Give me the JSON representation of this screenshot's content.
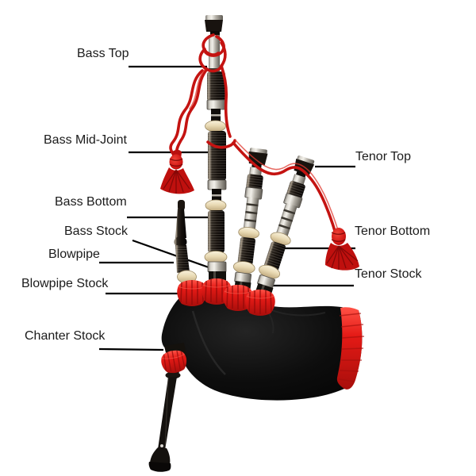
{
  "diagram": {
    "subject": "Great Highland Bagpipe parts diagram",
    "labels": {
      "bass_top": "Bass Top",
      "bass_mid_joint": "Bass Mid-Joint",
      "bass_bottom": "Bass Bottom",
      "bass_stock": "Bass Stock",
      "blowpipe": "Blowpipe",
      "blowpipe_stock": "Blowpipe Stock",
      "chanter_stock": "Chanter Stock",
      "tenor_top": "Tenor Top",
      "tenor_bottom": "Tenor Bottom",
      "tenor_stock": "Tenor Stock"
    },
    "colors": {
      "background": "#ffffff",
      "label_text": "#1b1b1b",
      "leader_line": "#000000",
      "cord_red": "#c41311",
      "fringe_red": "#e41a16",
      "bag_black": "#0c0c0c",
      "mount_ivory": "#eadfc3",
      "ferrule_silver": "#c9c5bb",
      "wood_black": "#171210"
    }
  }
}
